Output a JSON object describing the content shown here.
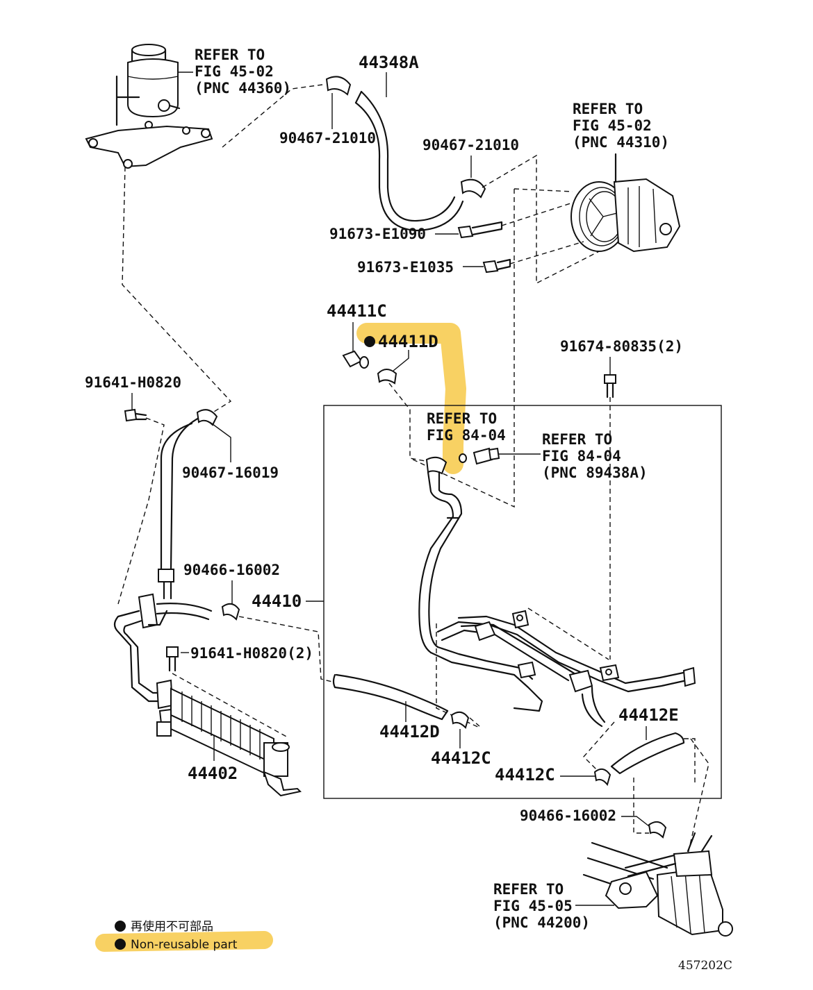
{
  "figure": {
    "id": "457202C"
  },
  "highlight": {
    "color": "#f7c948"
  },
  "parts": {
    "p44348A": "44348A",
    "p90467_21010_a": "90467-21010",
    "p90467_21010_b": "90467-21010",
    "p91673_E1090": "91673-E1090",
    "p91673_E1035": "91673-E1035",
    "p44411C": "44411C",
    "p44411D": "44411D",
    "p91674_80835": "91674-80835(2)",
    "p91641_H0820": "91641-H0820",
    "p90467_16019": "90467-16019",
    "p90466_16002_a": "90466-16002",
    "p44410": "44410",
    "p91641_H0820_2": "91641-H0820(2)",
    "p44402": "44402",
    "p44412D": "44412D",
    "p44412C_a": "44412C",
    "p44412E": "44412E",
    "p44412C_b": "44412C",
    "p90466_16002_b": "90466-16002"
  },
  "refs": {
    "reservoir": [
      "REFER TO",
      "FIG 45-02",
      "(PNC 44360)"
    ],
    "pump": [
      "REFER TO",
      "FIG 45-02",
      "(PNC 44310)"
    ],
    "hose_left": [
      "REFER TO",
      "FIG 84-04"
    ],
    "hose_right": [
      "REFER TO",
      "FIG 84-04",
      "(PNC 89438A)"
    ],
    "rack": [
      "REFER TO",
      "FIG 45-05",
      "(PNC 44200)"
    ]
  },
  "legend": {
    "bullet": "●",
    "jp": "再使用不可部品",
    "en": "Non-reusable part"
  }
}
